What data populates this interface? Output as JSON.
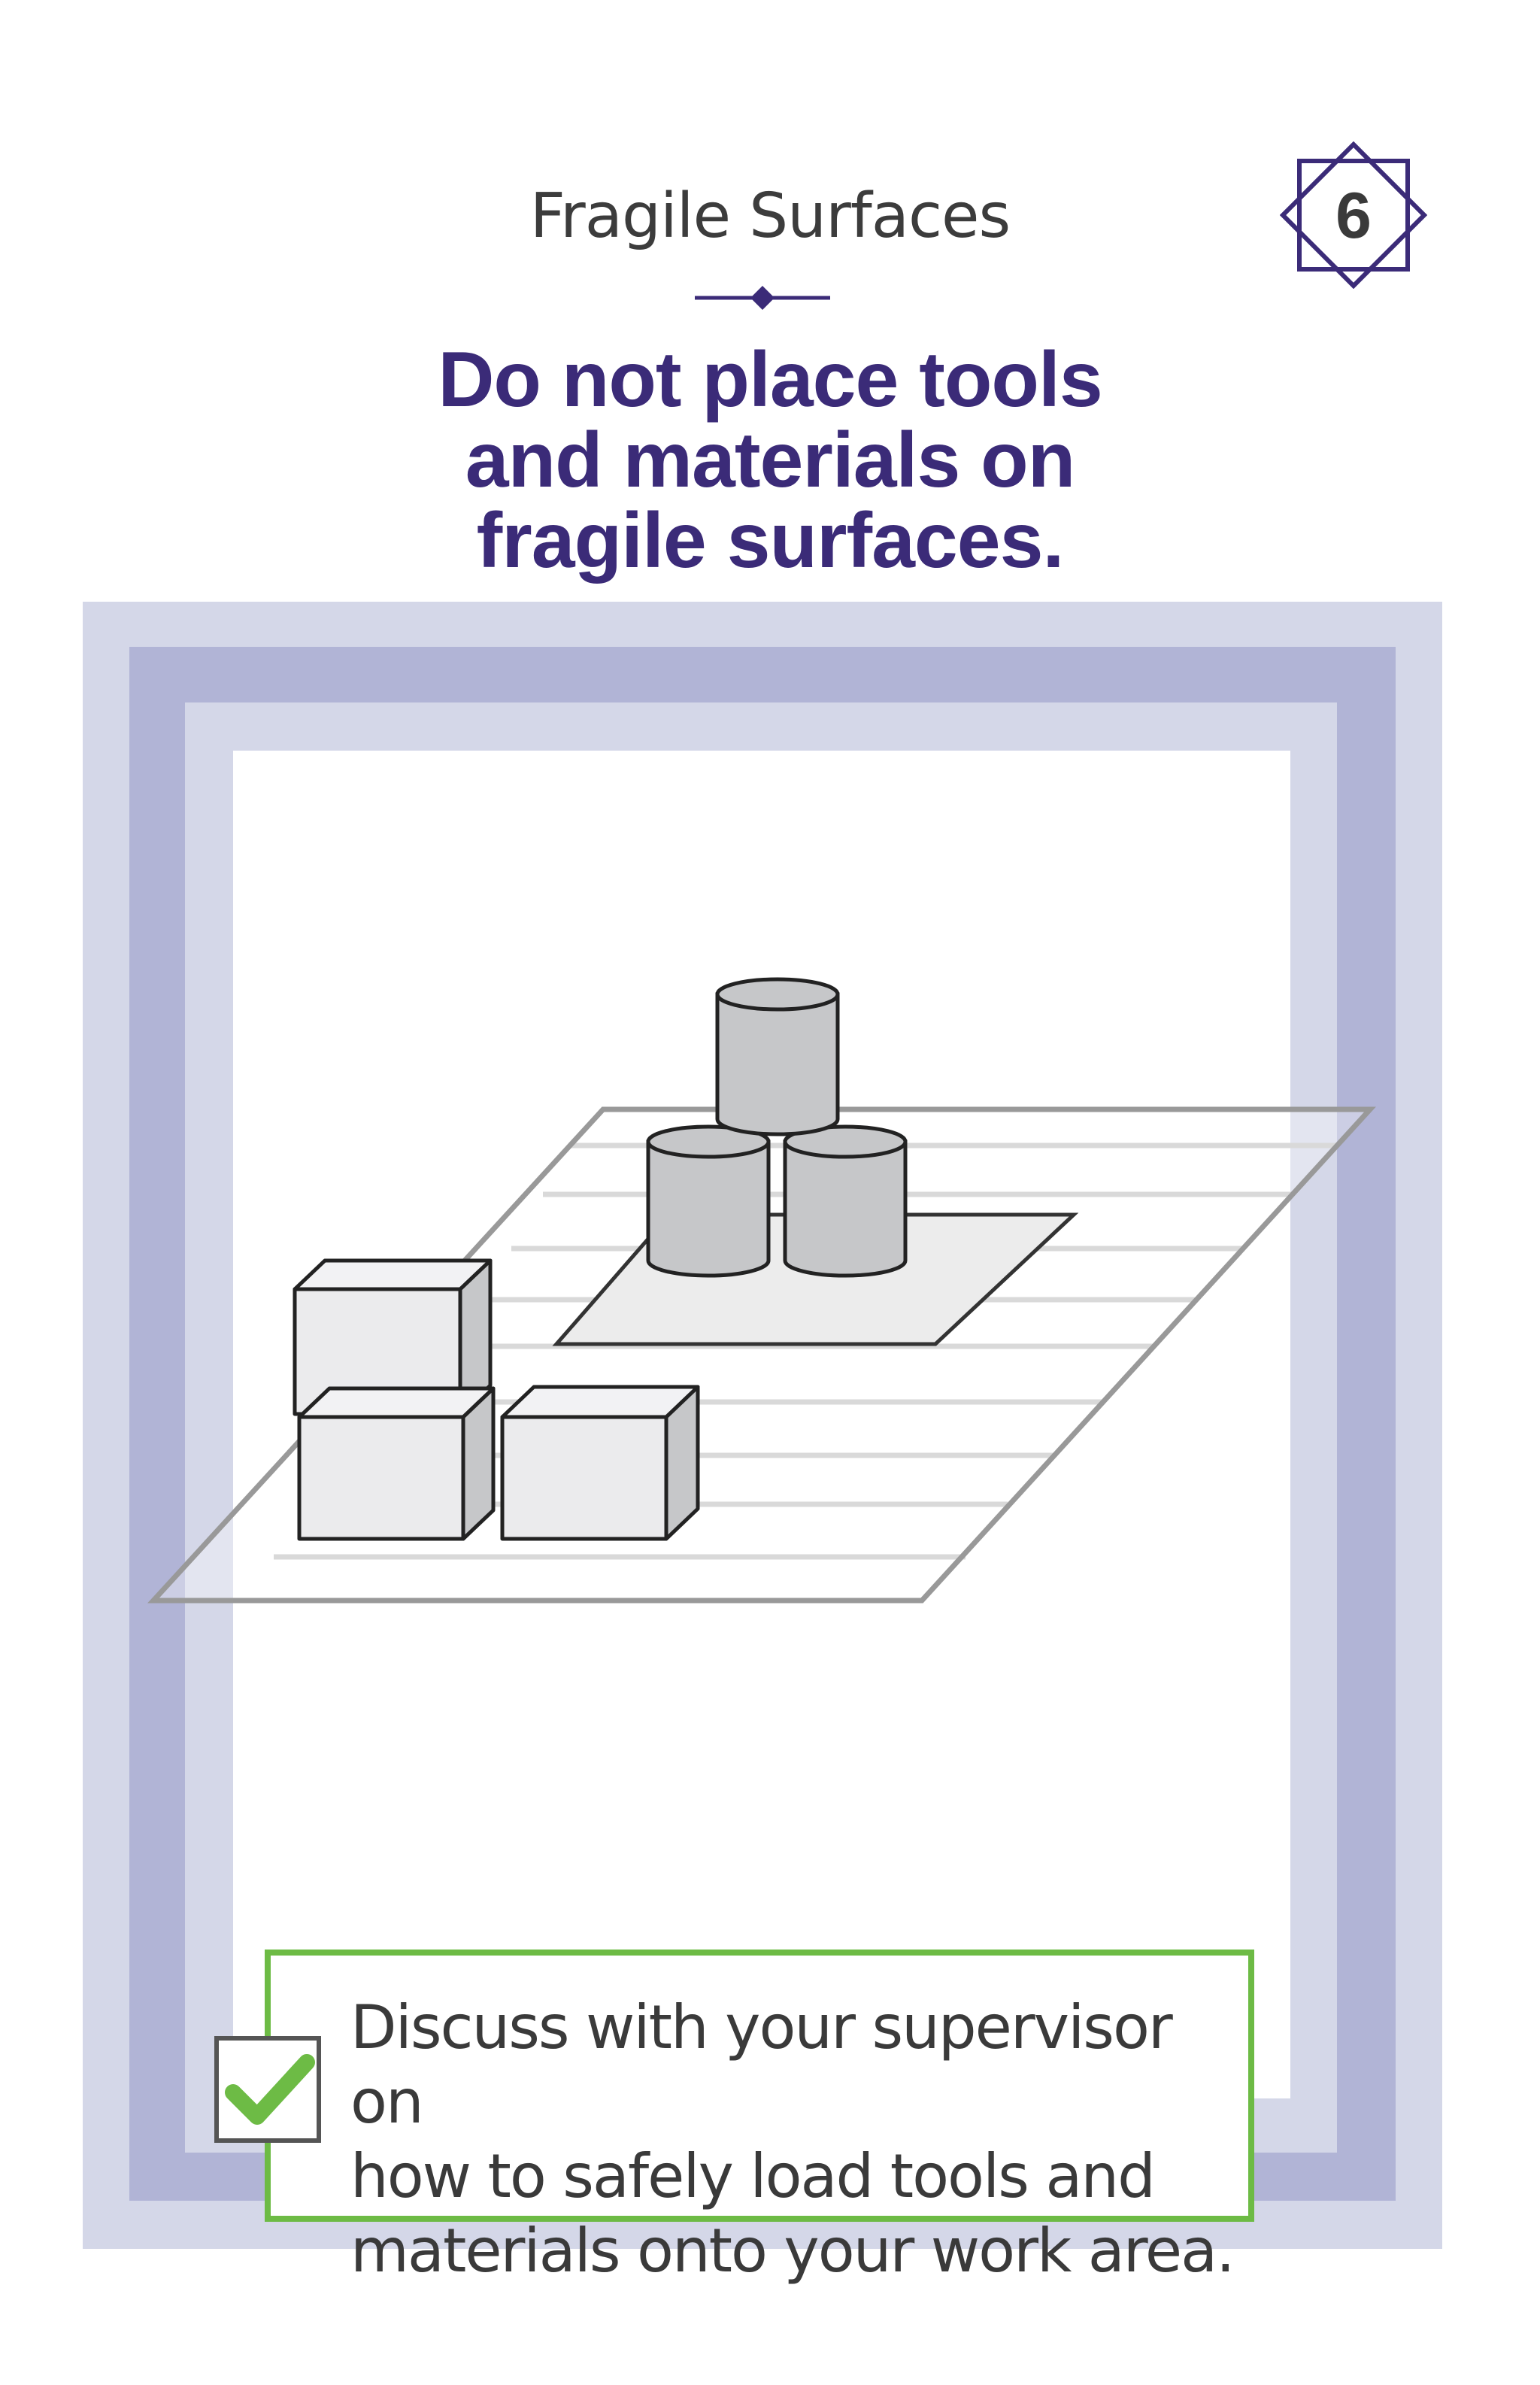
{
  "card": {
    "category": "Fragile Surfaces",
    "number": "6",
    "headline": "Do not place tools\nand materials on\nfragile surfaces.",
    "tip": "Discuss with your supervisor on\nhow to safely load tools and\nmaterials onto your work area."
  },
  "illustration": {
    "items": [
      "boxes",
      "cans"
    ],
    "surface": "fragile-roof-panel"
  },
  "colors": {
    "brand_purple": "#3b2b78",
    "frame_light": "#d4d7e8",
    "frame_dark": "#b1b4d6",
    "check_green": "#6dbb45",
    "text_dark": "#3c3c3c"
  },
  "icons": [
    "diamond-divider-icon",
    "card-number-badge",
    "checkmark-icon"
  ]
}
